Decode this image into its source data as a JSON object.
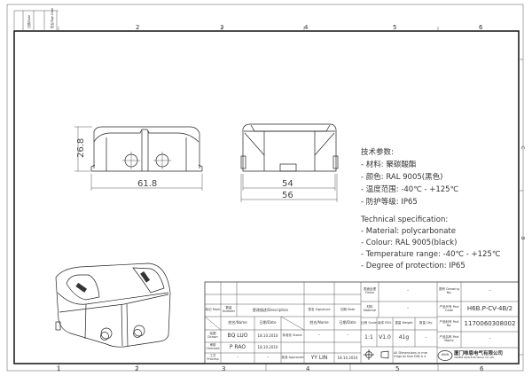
{
  "frame": {
    "columns": [
      "1",
      "2",
      "3",
      "4",
      "5",
      "6"
    ],
    "rows": [
      "C",
      "B"
    ],
    "corner_labels": [
      "日期/Date",
      "签名/Sign Date"
    ]
  },
  "dimensions": {
    "front_height": "26.8",
    "front_width": "61.8",
    "side_inner_width": "54",
    "side_outer_width": "56"
  },
  "spec_cn": {
    "title": "技术参数:",
    "lines": [
      "- 材料: 聚碳酸酯",
      "- 颜色: RAL 9005(黑色)",
      "- 温度范围: -40℃ - +125℃",
      "- 防护等级: IP65"
    ]
  },
  "spec_en": {
    "title": "Technical specification:",
    "lines": [
      "- Material: polycarbonate",
      "- Colour: RAL 9005(black)",
      "- Temperature range: -40℃ - +125℃",
      "- Degree of protection: IP65"
    ]
  },
  "title_block": {
    "mark": "标记 Mark",
    "number": "数量 Number",
    "description": "更改描述/Description",
    "signature": "签名 Signature",
    "date": "日期 Date",
    "name_date_header": [
      "姓名/Name",
      "日期/Date"
    ],
    "drawn_label": "绘图 Drawn",
    "drawn_name": "BQ LUO",
    "drawn_date": "18.10.2010",
    "stand_label": "标准化 Stand.",
    "stand_name": "-",
    "stand_date": "-",
    "checked_label": "审核 Checked",
    "checked_name": "P RAO",
    "checked_date": "18.10.2010",
    "process_label": "工艺 Process",
    "process_name": "-",
    "process_date": "-",
    "approved_label": "批准 Approved",
    "approved_name": "YY LIN",
    "approved_date": "18.10.2010",
    "finish_label": "表面处理 Finish",
    "finish_value": "-",
    "material_label": "材料 Material",
    "material_value": "-",
    "scale_label": "比例 Scale",
    "scale_value": "1:1",
    "rev_label": "版本 REV.",
    "rev_value": "V1.0",
    "weight_label": "重量 Weight",
    "weight_value": "41g",
    "qty_label": "数量 Qty.",
    "qty_value": "-",
    "dimensions_note": "All Dimensions in mm",
    "original_size": "Original Size DIN A 4",
    "drawing_no_label": "图号 Drawing No.",
    "drawing_no_value": "-",
    "part_code_label": "产品代号 Part Code",
    "part_code_value": "H6B.P-CV-4B/2",
    "part_no_label": "产品料号 Part No.",
    "part_no_value": "1170060308002",
    "part_name_label": "产品名称 Part Name",
    "part_name_value": "-",
    "company_cn": "厦门唯恩电气有限公司",
    "company_en": "XIAMEN WAIN ELECTRICAL CO.,LTD",
    "logo": "WAIN"
  }
}
